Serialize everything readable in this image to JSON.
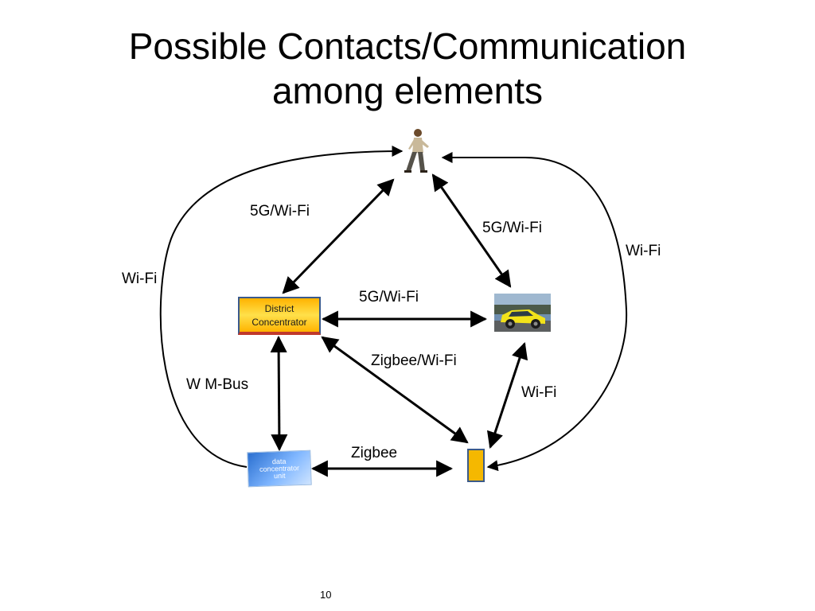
{
  "title": {
    "line1": "Possible Contacts/Communication",
    "line2": "among elements"
  },
  "nodes": {
    "person": {
      "icon": "walking-person-icon"
    },
    "district_concentrator": {
      "line1": "District",
      "line2": "Concentrator"
    },
    "car": {
      "icon": "yellow-car-icon"
    },
    "data_concentrator_unit": {
      "line1": "data",
      "line2": "concentrator",
      "line3": "unit"
    },
    "sensor": {
      "icon": "sensor-device-icon"
    }
  },
  "links": {
    "person_to_district": "5G/Wi-Fi",
    "person_to_car": "5G/Wi-Fi",
    "district_to_car": "5G/Wi-Fi",
    "district_to_sensor": "Zigbee/Wi-Fi",
    "district_to_dcu": "W M-Bus",
    "dcu_to_sensor": "Zigbee",
    "car_to_sensor": "Wi-Fi",
    "dcu_to_person": "Wi-Fi",
    "sensor_to_person": "Wi-Fi"
  },
  "page_number": "10",
  "colors": {
    "concentrator_fill": "#ffc20e",
    "sensor_fill": "#f5b800",
    "dcu_fill": "#4a90e2",
    "car_fill": "#f2e21a"
  }
}
